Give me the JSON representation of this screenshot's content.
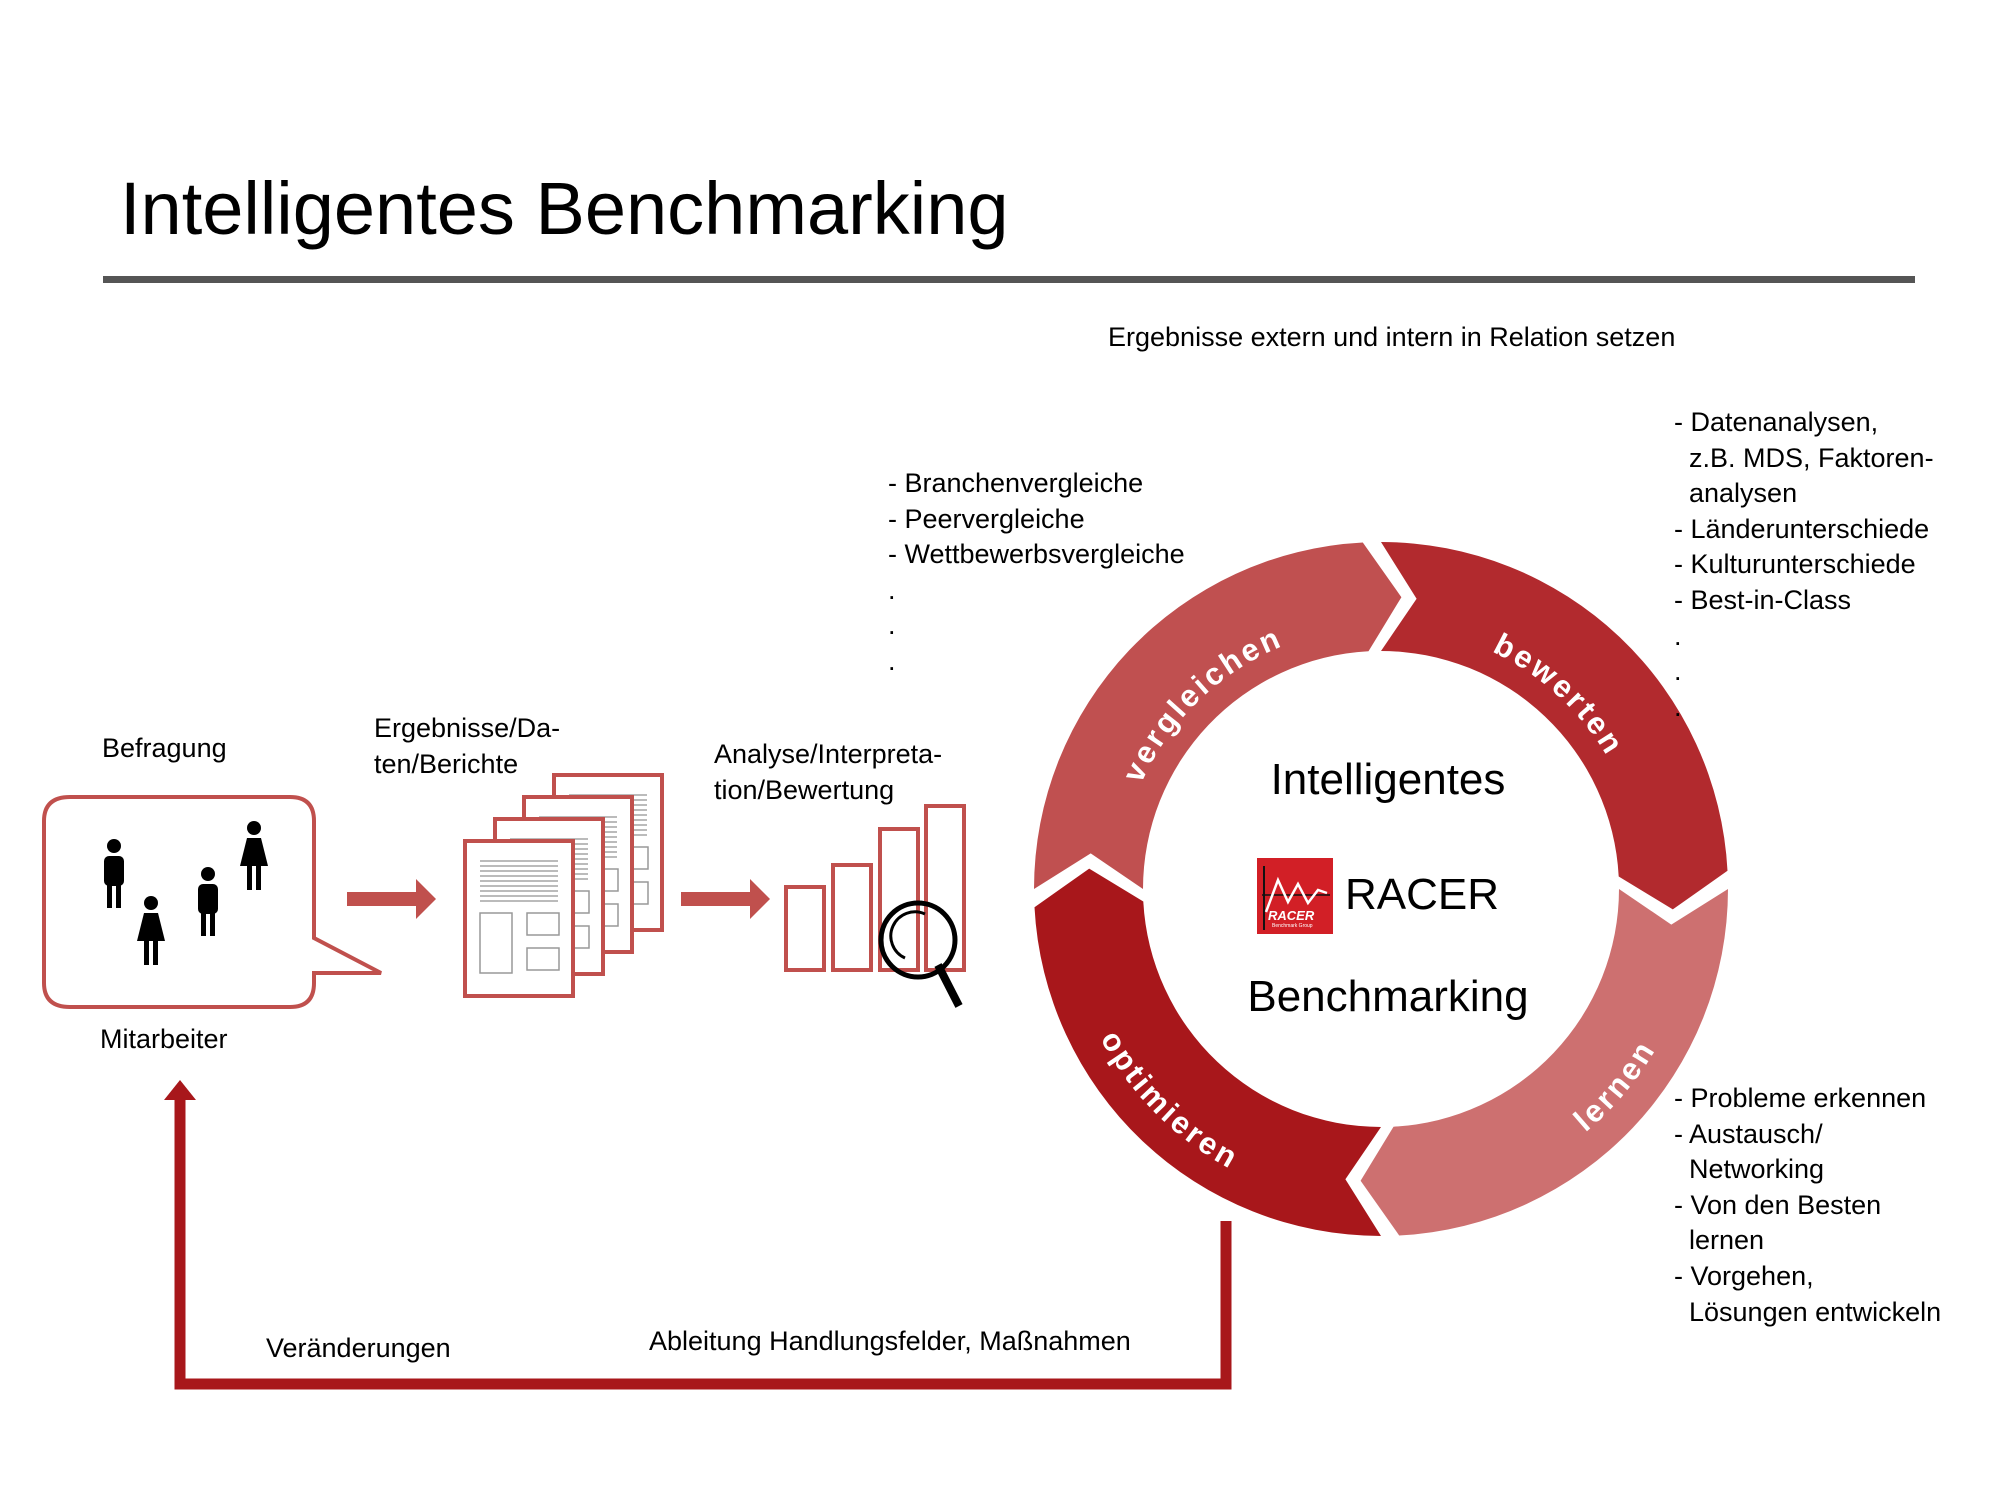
{
  "title": "Intelligentes Benchmarking",
  "relation_note": "Ergebnisse extern und intern in Relation setzen",
  "comparisons": [
    "- Branchenvergleiche",
    "- Peervergleiche",
    "- Wettbewerbsvergleiche",
    ".",
    ".",
    "."
  ],
  "evaluations": [
    "- Datenanalysen,",
    "  z.B. MDS, Faktoren-",
    "  analysen",
    "- Länderunterschiede",
    "- Kulturunterschiede",
    "- Best-in-Class",
    ".",
    ".",
    "."
  ],
  "learnings": [
    "- Probleme erkennen",
    "- Austausch/",
    "  Networking",
    "- Von den Besten",
    "  lernen",
    "- Vorgehen,",
    "  Lösungen entwickeln"
  ],
  "process": {
    "survey_label": "Befragung",
    "employees_label": "Mitarbeiter",
    "results_label": [
      "Ergebnisse/Da-",
      "ten/Berichte"
    ],
    "analysis_label": [
      "Analyse/Interpreta-",
      "tion/Bewertung"
    ]
  },
  "cycle": {
    "center_top": "Intelligentes",
    "brand": "RACER",
    "logo_text": "RACER",
    "logo_sub": "Benchmark Group",
    "center_bottom": "Benchmarking",
    "segments": [
      {
        "label": "vergleichen",
        "color": "#c05050"
      },
      {
        "label": "bewerten",
        "color": "#b22a2e"
      },
      {
        "label": "lernen",
        "color": "#cd7070"
      },
      {
        "label": "optimieren",
        "color": "#a8171b"
      }
    ]
  },
  "feedback": {
    "changes_label": "Veränderungen",
    "derivation_label": "Ableitung Handlungsfelder, Maßnahmen",
    "color": "#a8171b"
  },
  "colors": {
    "accent": "#c0504d",
    "rule": "#555555"
  }
}
